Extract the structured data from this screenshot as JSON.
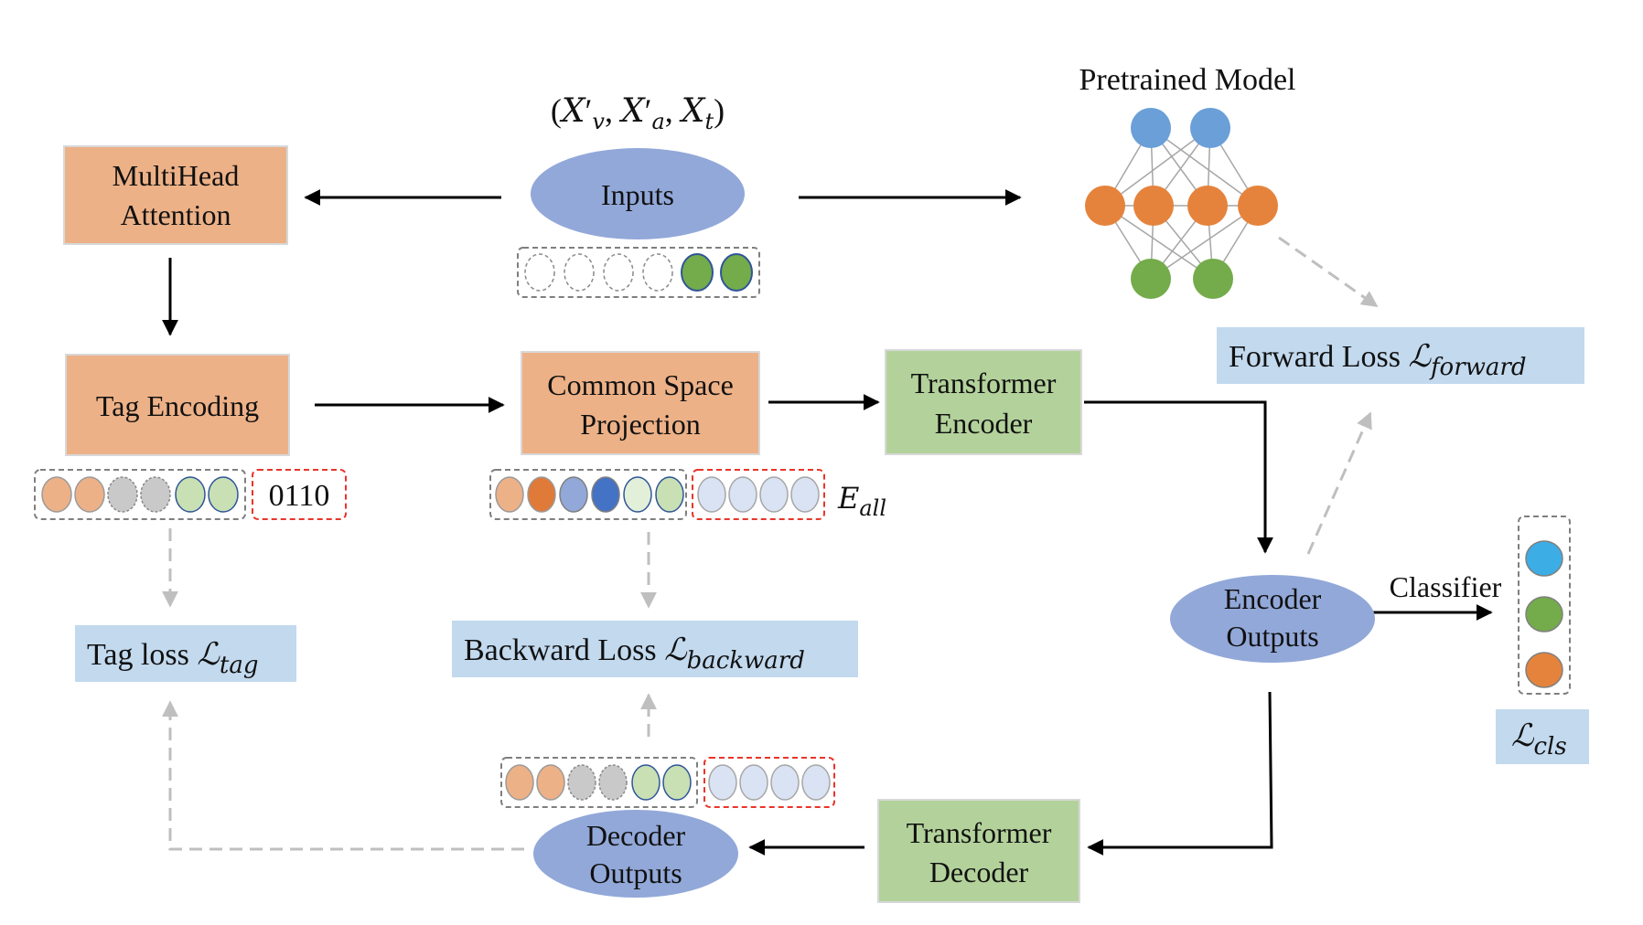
{
  "boxes": {
    "multihead": {
      "line1": "MultiHead",
      "line2": "Attention"
    },
    "tag_encoding": {
      "label": "Tag Encoding"
    },
    "common_space": {
      "line1": "Common Space",
      "line2": "Projection"
    },
    "transformer_encoder": {
      "line1": "Transformer",
      "line2": "Encoder"
    },
    "transformer_decoder": {
      "line1": "Transformer",
      "line2": "Decoder"
    }
  },
  "ellipses": {
    "inputs": {
      "label": "Inputs"
    },
    "encoder_outputs": {
      "line1": "Encoder",
      "line2": "Outputs"
    },
    "decoder_outputs": {
      "line1": "Decoder",
      "line2": "Outputs"
    }
  },
  "inputs_tuple": {
    "open": "(",
    "x1": "X",
    "p1": "′",
    "s1": "v",
    "comma1": ", ",
    "x2": "X",
    "p2": "′",
    "s2": "a",
    "comma2": ", ",
    "x3": "X",
    "s3": "t",
    "close": ")"
  },
  "pretrained": {
    "title": "Pretrained Model"
  },
  "losses": {
    "forward": {
      "text": "Forward Loss ",
      "script": "ℒ",
      "sub": "forward"
    },
    "tag": {
      "text": "Tag loss ",
      "script": "ℒ",
      "sub": "tag"
    },
    "backward": {
      "text": "Backward Loss ",
      "script": "ℒ",
      "sub": "backward"
    },
    "cls": {
      "script": "ℒ",
      "sub": "cls"
    }
  },
  "tag_code": "0110",
  "e_all": {
    "main": "E",
    "sub": "all"
  },
  "classifier": {
    "label": "Classifier"
  },
  "colors": {
    "box_orange": "#EDB187",
    "box_green": "#B3D29B",
    "ellipse_blue": "#92A8D9",
    "loss_blue": "#C2D9EE",
    "node_blue": "#6A9FD8",
    "node_orange": "#E5833C",
    "node_green": "#74AB4B",
    "arrow_dash": "#BFBFBF",
    "dash_red": "#E8352A",
    "dash_grey": "#7F7F7F"
  }
}
